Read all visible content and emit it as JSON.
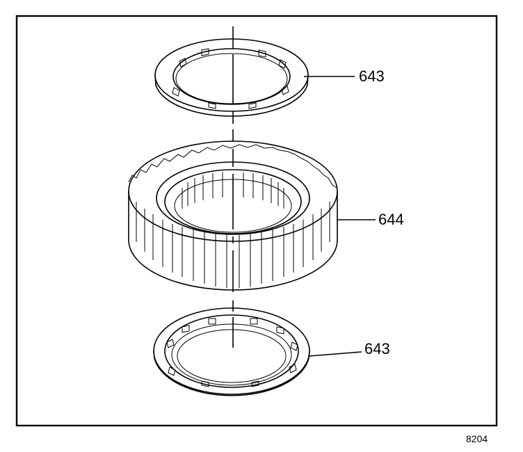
{
  "figure": {
    "figure_number": "8204",
    "parts": [
      {
        "id": "upper-bearing",
        "callout": "643"
      },
      {
        "id": "sprag-assembly",
        "callout": "644"
      },
      {
        "id": "lower-bearing",
        "callout": "643"
      }
    ]
  },
  "colors": {
    "ink": "#000000",
    "paper": "#ffffff"
  }
}
